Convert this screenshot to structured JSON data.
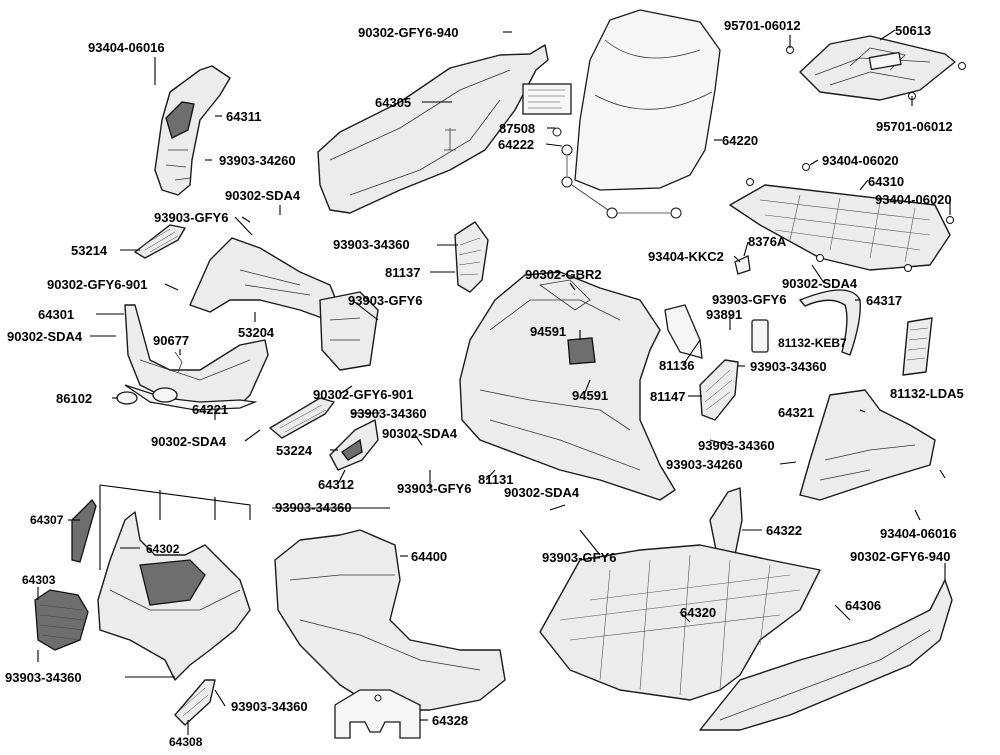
{
  "callouts": {
    "c_93404_06016_a": "93404-06016",
    "c_64311": "64311",
    "c_93903_34260_a": "93903-34260",
    "c_90302_gfy6_940_a": "90302-GFY6-940",
    "c_64305": "64305",
    "c_87508": "87508",
    "c_64222": "64222",
    "c_64220": "64220",
    "c_95701_06012_a": "95701-06012",
    "c_50613": "50613",
    "c_95701_06012_b": "95701-06012",
    "c_93404_06020_a": "93404-06020",
    "c_64310": "64310",
    "c_93404_06020_b": "93404-06020",
    "c_90302_sda4_a": "90302-SDA4",
    "c_93903_gfy6_a": "93903-GFY6",
    "c_53214": "53214",
    "c_93903_34360_a": "93903-34360",
    "c_81137": "81137",
    "c_90302_gbr2": "90302-GBR2",
    "c_93404_kkc2": "93404-KKC2",
    "c_8376a": "8376A",
    "c_90302_sda4_b": "90302-SDA4",
    "c_90302_gfy6_901_a": "90302-GFY6-901",
    "c_64301": "64301",
    "c_90302_sda4_c": "90302-SDA4",
    "c_93903_gfy6_b": "93903-GFY6",
    "c_53204": "53204",
    "c_93903_gfy6_c": "93903-GFY6",
    "c_64317": "64317",
    "c_93891": "93891",
    "c_81132_keb7": "81132-KEB7",
    "c_90677": "90677",
    "c_94591_a": "94591",
    "c_81136": "81136",
    "c_93903_34360_b": "93903-34360",
    "c_81132_lda5": "81132-LDA5",
    "c_86102": "86102",
    "c_90302_gfy6_901_b": "90302-GFY6-901",
    "c_94591_b": "94591",
    "c_81147": "81147",
    "c_64221": "64221",
    "c_93903_34360_c": "93903-34360",
    "c_64321": "64321",
    "c_90302_sda4_d": "90302-SDA4",
    "c_90302_sda4_e": "90302-SDA4",
    "c_93903_34360_d": "93903-34360",
    "c_53224": "53224",
    "c_93903_34260_b": "93903-34260",
    "c_64312": "64312",
    "c_93903_gfy6_d": "93903-GFY6",
    "c_81131": "81131",
    "c_90302_sda4_f": "90302-SDA4",
    "c_93404_06016_b": "93404-06016",
    "c_64307": "64307",
    "c_93903_34360_e": "93903-34360",
    "c_64302": "64302",
    "c_64322": "64322",
    "c_93903_gfy6_e": "93903-GFY6",
    "c_90302_gfy6_940_b": "90302-GFY6-940",
    "c_64303": "64303",
    "c_64400": "64400",
    "c_64306": "64306",
    "c_64320": "64320",
    "c_93903_34360_f": "93903-34360",
    "c_93903_34360_g": "93903-34360",
    "c_64308": "64308",
    "c_64328": "64328"
  }
}
